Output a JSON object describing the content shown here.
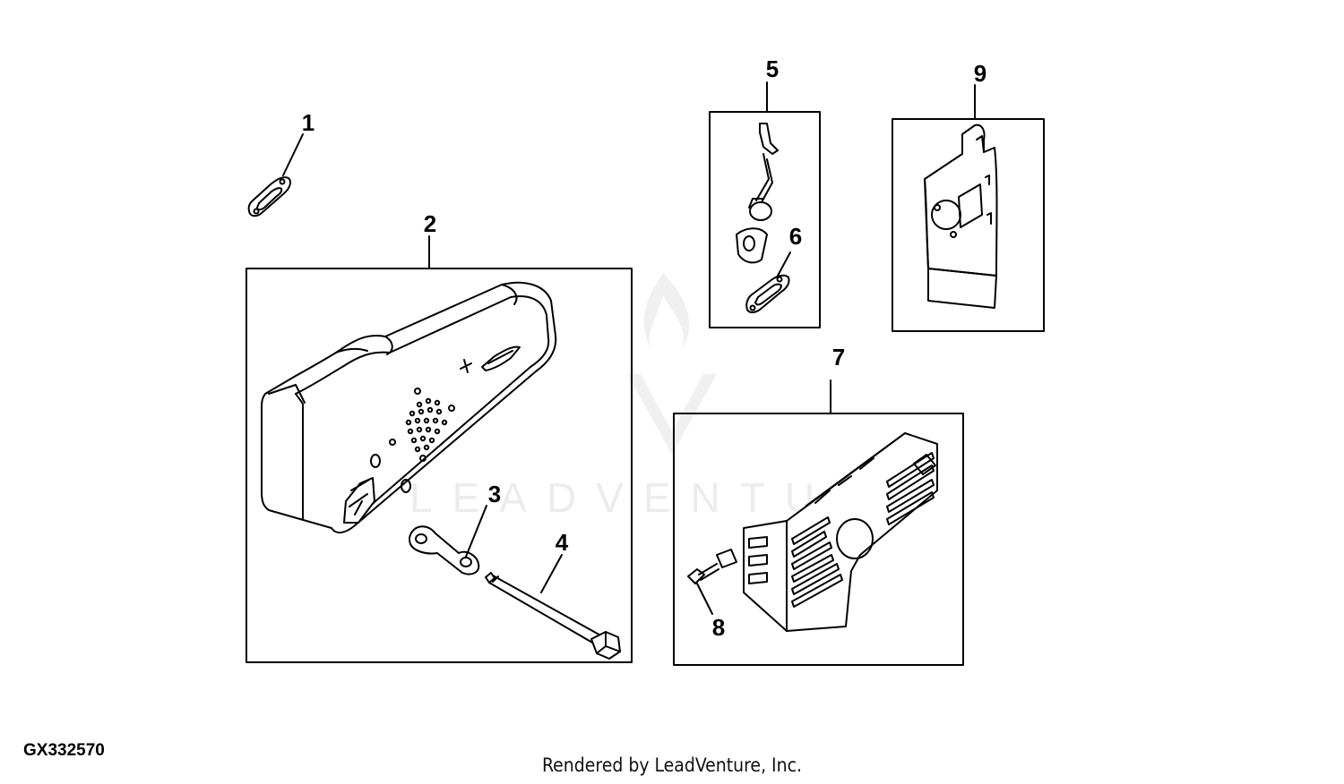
{
  "figure_id": "GX332570",
  "render_credit": "Rendered by LeadVenture, Inc.",
  "watermark": "LEADVENTURE",
  "callouts": [
    "1",
    "2",
    "3",
    "4",
    "5",
    "6",
    "7",
    "8",
    "9"
  ],
  "colors": {
    "line": "#000000",
    "background": "#ffffff"
  }
}
